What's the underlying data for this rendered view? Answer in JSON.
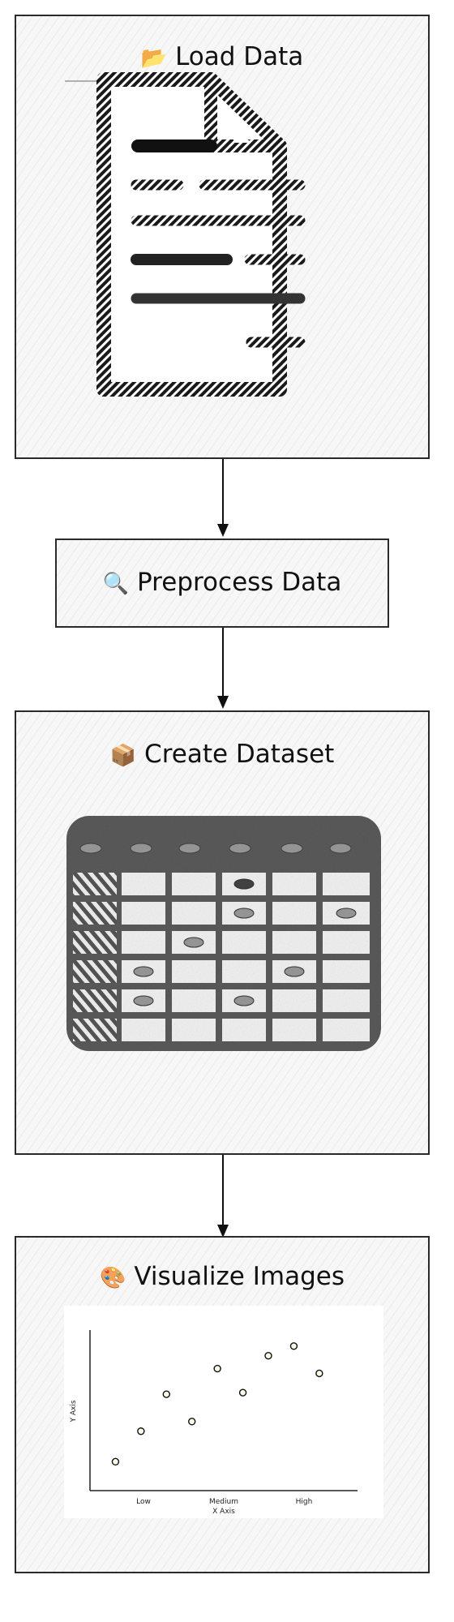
{
  "nodes": {
    "load": {
      "emoji": "📂",
      "label": "Load Data"
    },
    "preprocess": {
      "emoji": "🔍",
      "label": "Preprocess Data"
    },
    "dataset": {
      "emoji": "📦",
      "label": "Create Dataset"
    },
    "visualize": {
      "emoji": "🎨",
      "label": "Visualize Images"
    }
  },
  "scatter": {
    "x_axis_label": "X Axis",
    "y_axis_label": "Y Axis",
    "x_ticks": [
      "Low",
      "Medium",
      "High"
    ]
  },
  "chart_data": {
    "type": "scatter",
    "xlabel": "X Axis",
    "ylabel": "Y Axis",
    "x_tick_labels": [
      "Low",
      "Medium",
      "High"
    ],
    "xlim": [
      0,
      10.5
    ],
    "ylim": [
      0,
      10
    ],
    "points": [
      {
        "x": 1,
        "y": 1.8
      },
      {
        "x": 2,
        "y": 3.7
      },
      {
        "x": 3,
        "y": 6.0
      },
      {
        "x": 4,
        "y": 4.3
      },
      {
        "x": 5,
        "y": 7.6
      },
      {
        "x": 6,
        "y": 6.1
      },
      {
        "x": 7,
        "y": 8.4
      },
      {
        "x": 8,
        "y": 9.0
      },
      {
        "x": 9,
        "y": 7.3
      }
    ]
  }
}
